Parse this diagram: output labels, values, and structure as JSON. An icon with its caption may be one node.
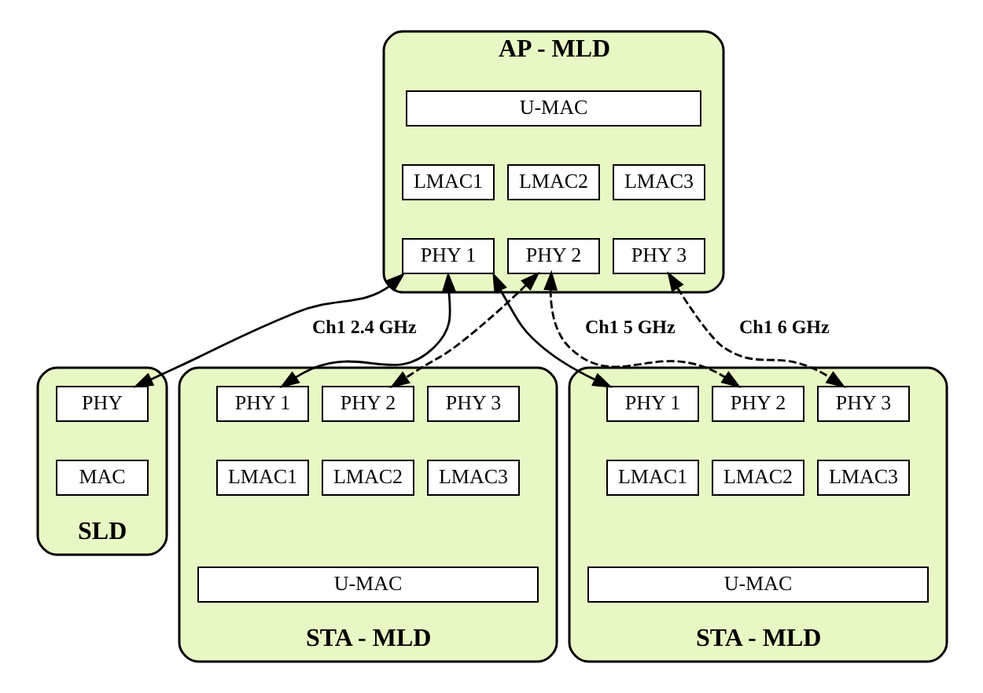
{
  "diagram": {
    "nodes": [
      {
        "text": [
          "AP - MLD"
        ]
      },
      {
        "text": [
          "U-MAC"
        ],
        "in": 0
      },
      {
        "text": [
          "LMAC1"
        ],
        "in": 0
      },
      {
        "text": [
          "LMAC2"
        ],
        "in": 0
      },
      {
        "text": [
          "LMAC3"
        ],
        "in": 0
      },
      {
        "text": [
          "PHY 1"
        ],
        "in": 0
      },
      {
        "text": [
          "PHY 2"
        ],
        "in": 0
      },
      {
        "text": [
          "PHY 3"
        ],
        "in": 0
      },
      {
        "text": [
          "SLD"
        ]
      },
      {
        "text": [
          "PHY"
        ],
        "in": 8
      },
      {
        "text": [
          "MAC"
        ],
        "in": 8
      },
      {
        "text": [
          "STA - MLD"
        ]
      },
      {
        "text": [
          "PHY 1"
        ],
        "in": 11
      },
      {
        "text": [
          "PHY 2"
        ],
        "in": 11
      },
      {
        "text": [
          "PHY 3"
        ],
        "in": 11
      },
      {
        "text": [
          "LMAC1"
        ],
        "in": 11
      },
      {
        "text": [
          "LMAC2"
        ],
        "in": 11
      },
      {
        "text": [
          "LMAC3"
        ],
        "in": 11
      },
      {
        "text": [
          "U-MAC"
        ],
        "in": 11
      },
      {
        "text": [
          "STA - MLD"
        ]
      },
      {
        "text": [
          "PHY 1"
        ],
        "in": 19
      },
      {
        "text": [
          "PHY 2"
        ],
        "in": 19
      },
      {
        "text": [
          "PHY 3"
        ],
        "in": 19
      },
      {
        "text": [
          "LMAC1"
        ],
        "in": 19
      },
      {
        "text": [
          "LMAC2"
        ],
        "in": 19
      },
      {
        "text": [
          "LMAC3"
        ],
        "in": 19
      },
      {
        "text": [
          "U-MAC"
        ],
        "in": 19
      }
    ],
    "edges": [
      {
        "from": 5,
        "to": 9,
        "arrow": "both"
      },
      {
        "from": 5,
        "to": 12,
        "arrow": "both"
      },
      {
        "from": 5,
        "to": 20,
        "arrow": "both"
      },
      {
        "from": 6,
        "to": 13,
        "arrow": "both",
        "style": "dashed"
      },
      {
        "from": 6,
        "to": 21,
        "arrow": "both",
        "style": "dashed"
      },
      {
        "from": 7,
        "to": 22,
        "arrow": "both",
        "style": "dashed"
      }
    ],
    "labels": [
      "Ch1 2.4 GHz",
      "Ch1 5 GHz",
      "Ch1 6 GHz"
    ]
  }
}
